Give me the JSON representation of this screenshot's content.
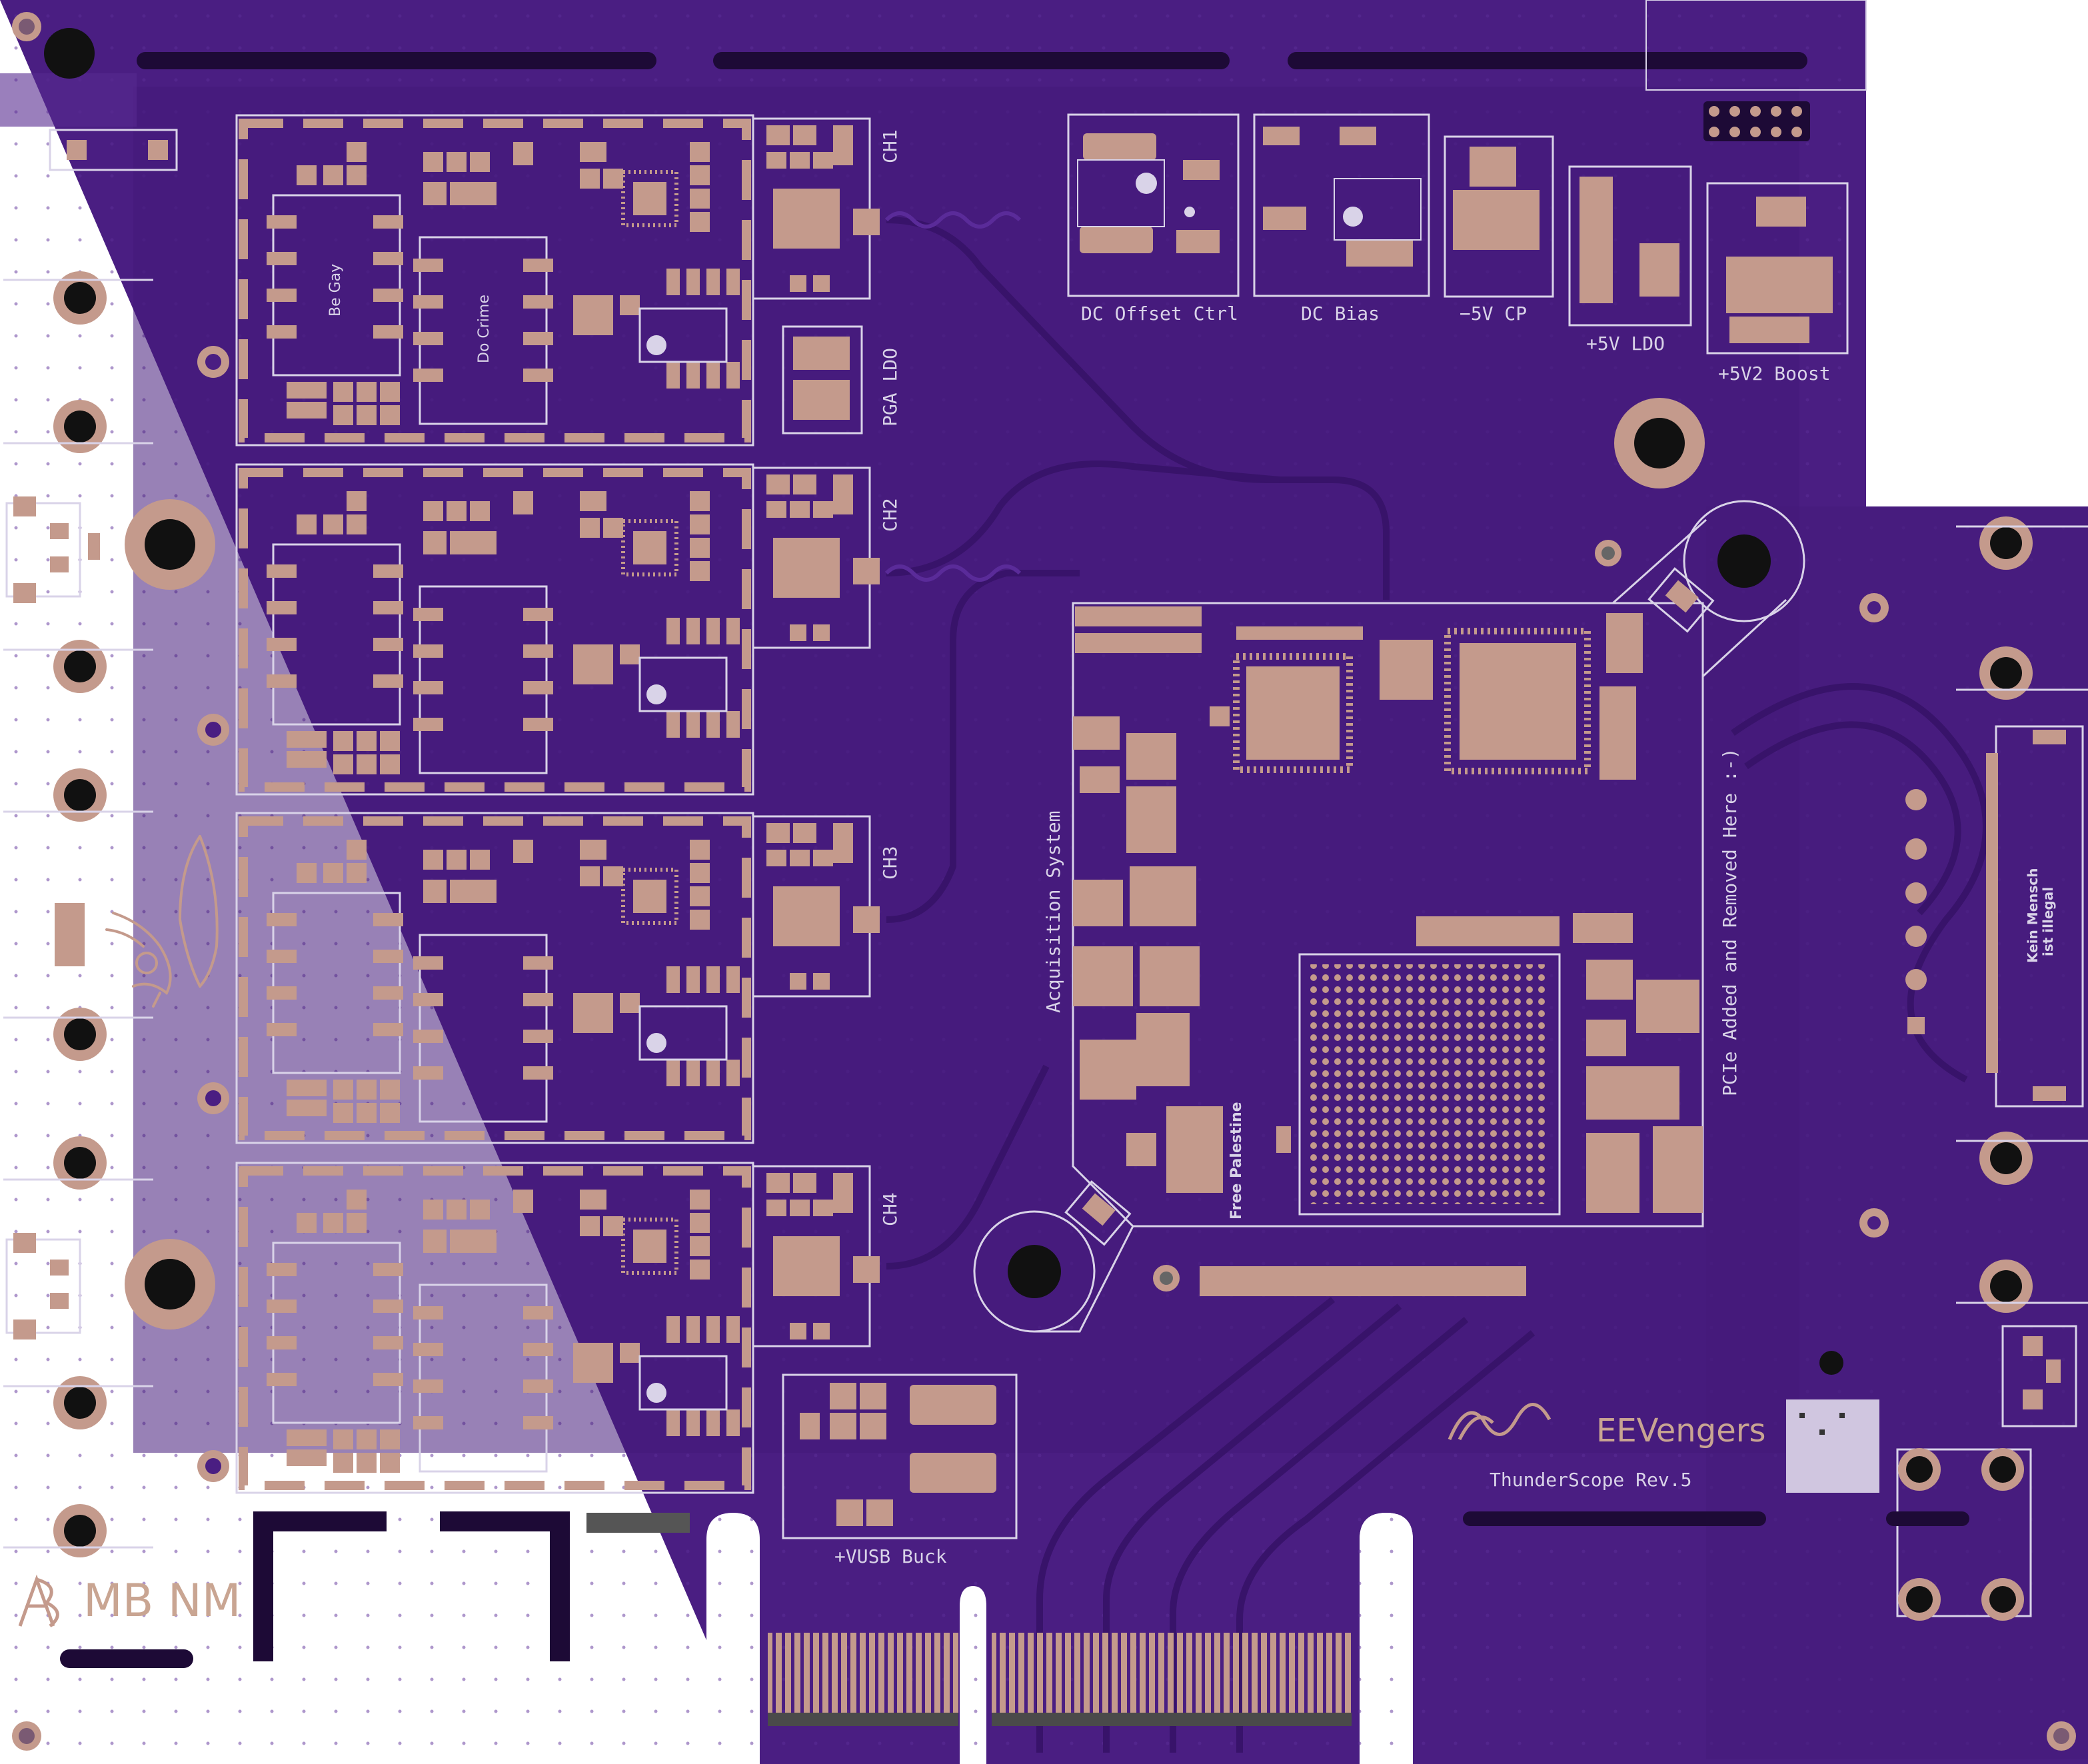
{
  "board": {
    "colors": {
      "substrate": "#4a1e82",
      "copper_pour": "#3d1770",
      "trace": "#3a146a",
      "pad": "#c49a8c",
      "silkscreen": "#d9d3e8",
      "mask_black": "#1d0a36",
      "background": "#ffffff"
    }
  },
  "labels": {
    "ch1": "CH1",
    "ch2": "CH2",
    "ch3": "CH3",
    "ch4": "CH4",
    "pga_ldo": "PGA LDO",
    "be_gay": "Be Gay",
    "do_crime": "Do Crime",
    "dc_offset": "DC Offset Ctrl",
    "dc_bias": "DC Bias",
    "neg5v_cp": "−5V CP",
    "pos5v_ldo": "+5V LDO",
    "pos5v2_boost": "+5V2 Boost",
    "acquisition": "Acquisition System",
    "free_palestine": "Free Palestine",
    "pcie_note": "PCIe Added and Removed Here :-)",
    "kein_mensch_1": "Kein Mensch",
    "kein_mensch_2": "ist illegal",
    "vusb_buck": "+VUSB Buck",
    "brand": "EEVengers",
    "product": "ThunderScope Rev.5",
    "initials": "MB NM"
  },
  "icons": [
    "sine-wave-logo",
    "author-monogram",
    "fairy-artwork",
    "mounting-hole",
    "bnc-connector",
    "pcie-edge-connector"
  ]
}
